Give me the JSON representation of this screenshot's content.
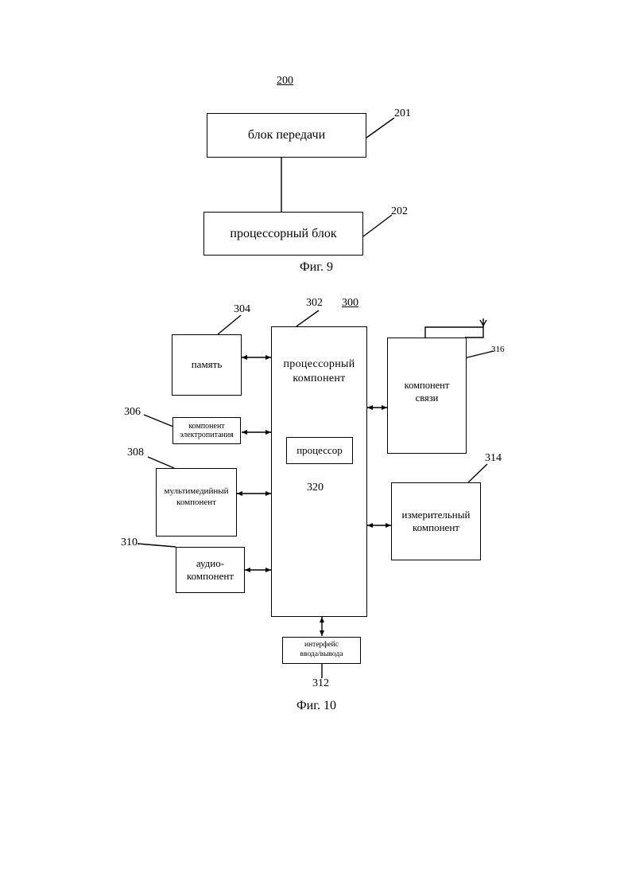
{
  "fig9": {
    "ref_main": "200",
    "block_transmit": {
      "label": "блок передачи",
      "ref": "201"
    },
    "block_processor": {
      "label": "процессорный блок",
      "ref": "202"
    },
    "caption": "Фиг. 9"
  },
  "fig10": {
    "ref_main": "300",
    "processor_component": {
      "label": "процессорный\nкомпонент",
      "ref": "302"
    },
    "memory": {
      "label": "память",
      "ref": "304"
    },
    "power": {
      "label": "компонент\nэлектропитания",
      "ref": "306"
    },
    "multimedia": {
      "label": "мультимедийный\nкомпонент",
      "ref": "308"
    },
    "audio": {
      "label": "аудио-\nкомпонент",
      "ref": "310"
    },
    "io_interface": {
      "label": "интерфейс\nввода/вывода",
      "ref": "312"
    },
    "sensor": {
      "label": "измерительный\nкомпонент",
      "ref": "314"
    },
    "communication": {
      "label": "компонент\nсвязи",
      "ref": "316"
    },
    "processor": {
      "label": "процессор",
      "ref": "320"
    },
    "caption": "Фиг. 10"
  }
}
